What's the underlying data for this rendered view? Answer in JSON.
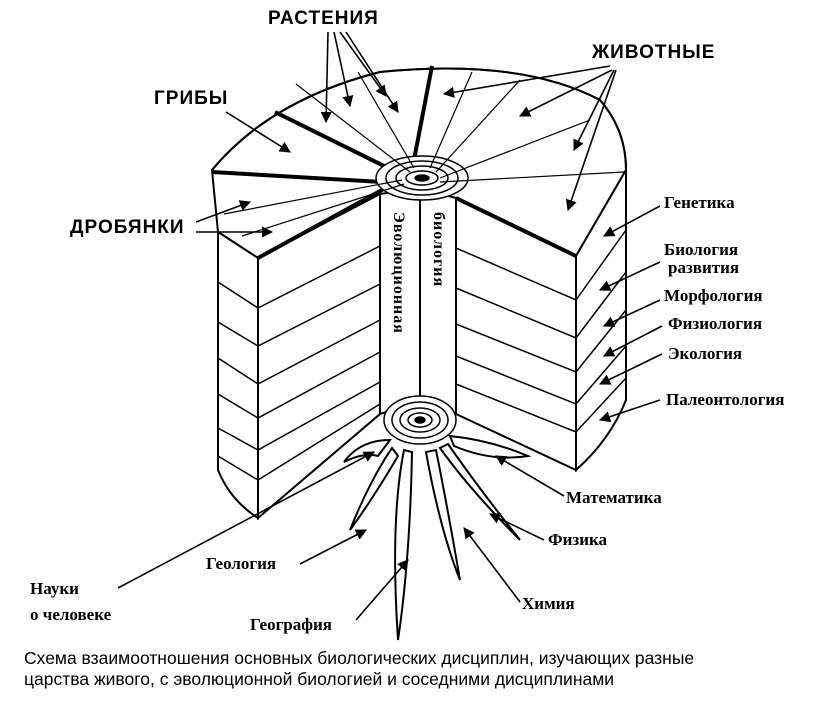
{
  "kingdoms": {
    "plants": "РАСТЕНИЯ",
    "animals": "ЖИВОТНЫЕ",
    "fungi": "ГРИБЫ",
    "bacteria": "ДРОБЯНКИ"
  },
  "layers": {
    "genetics": "Генетика",
    "devbio_line1": "Биология",
    "devbio_line2": "развития",
    "morphology": "Морфология",
    "physiology": "Физиология",
    "ecology": "Экология",
    "paleontology": "Палеонтология"
  },
  "core": {
    "left": "Эволюционная",
    "right": "биология"
  },
  "roots": {
    "mathematics": "Математика",
    "physics": "Физика",
    "chemistry": "Химия",
    "geography": "География",
    "geology": "Геология",
    "humanities_line1": "Науки",
    "humanities_line2": "о человеке"
  },
  "caption": {
    "line1": "Схема взаимоотношения основных биологических дисциплин, изучающих разные",
    "line2": "царства живого, с эволюционной биологией и соседними дисциплинами"
  }
}
